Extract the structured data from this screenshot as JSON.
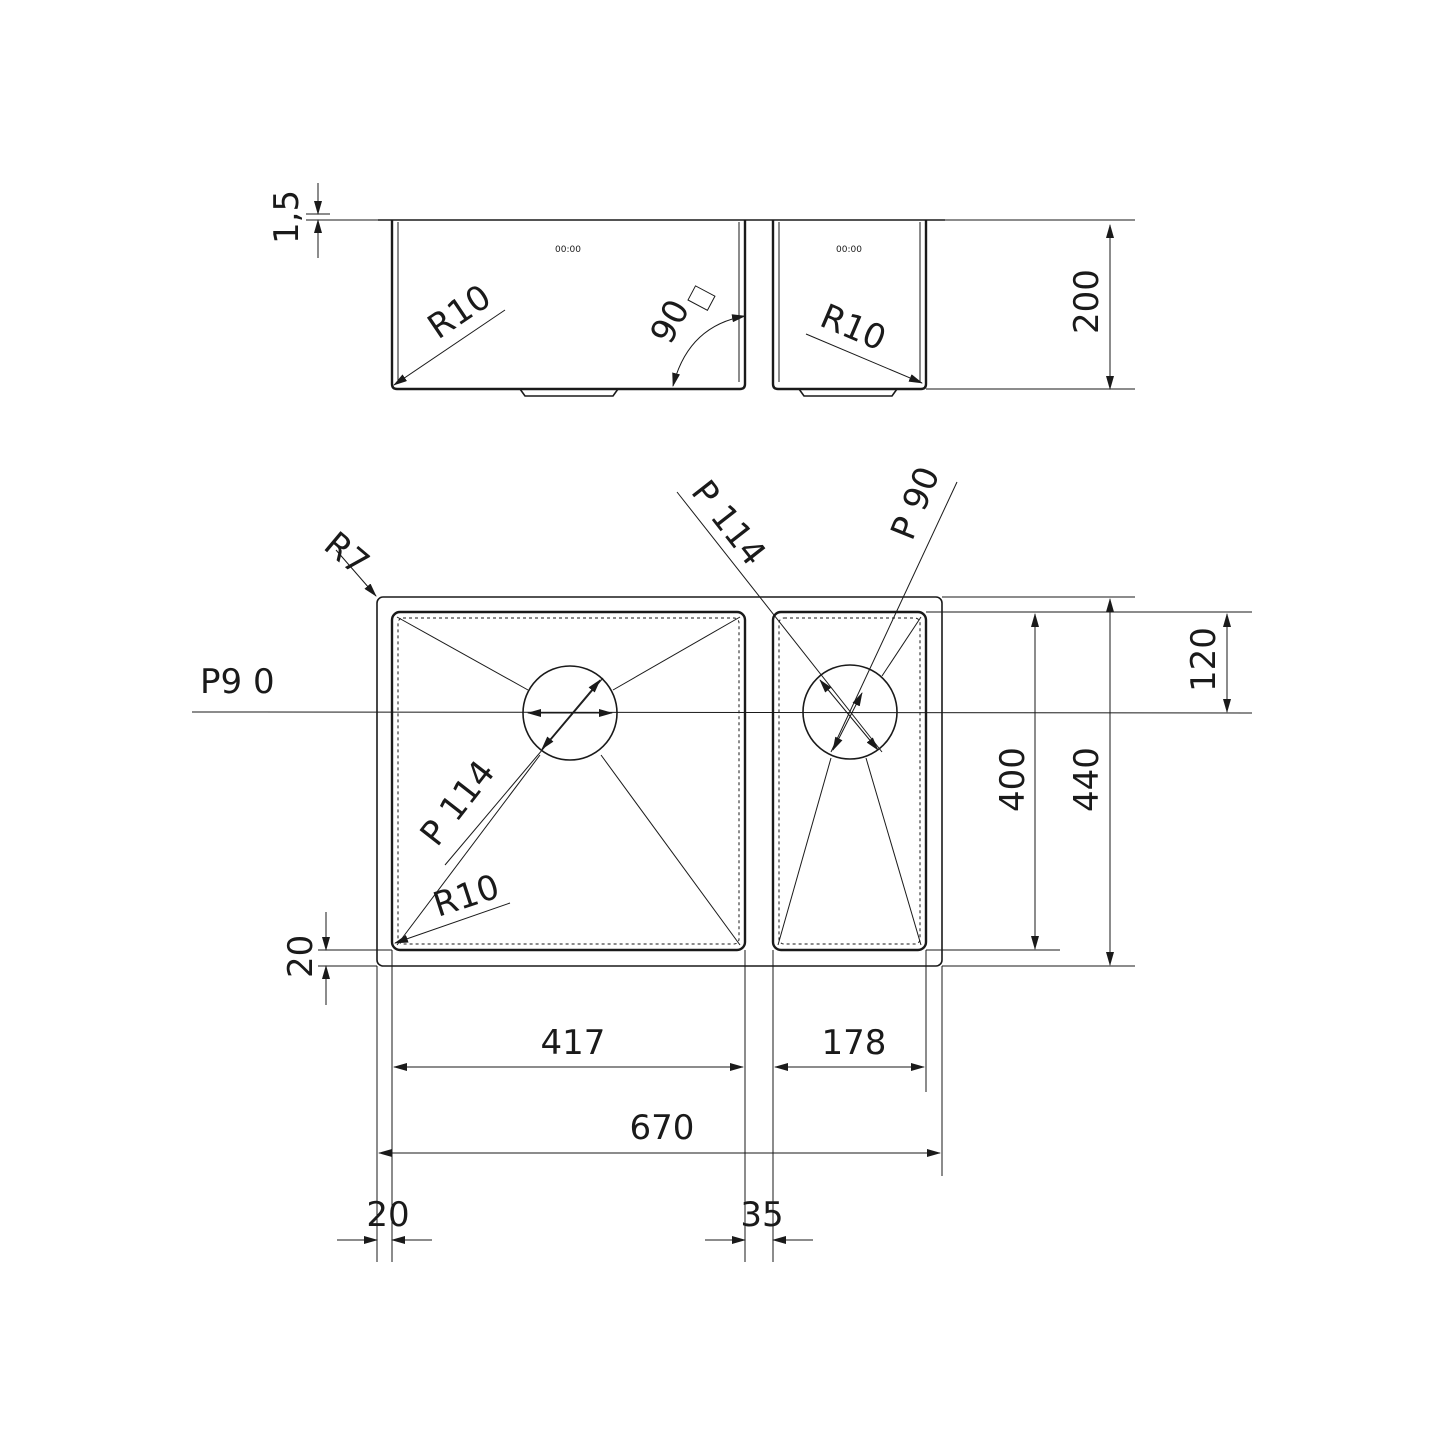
{
  "side_view": {
    "thickness": "1,5",
    "depth": "200",
    "radius_left": "R10",
    "radius_right": "R10",
    "angle": "90",
    "mark_left": "00:00",
    "mark_right": "00:00"
  },
  "top_view": {
    "corner_radius": "R7",
    "drain_left_label": "P9 0",
    "drain_left_size": "P 114",
    "drain_right_size_a": "P 114",
    "drain_right_size_b": "P 90",
    "inner_radius": "R10",
    "rim": "20",
    "offset_120": "120",
    "bowl_depth": "400",
    "overall_depth": "440",
    "bowl_left_width": "417",
    "bowl_right_width": "178",
    "overall_width": "670",
    "left_margin": "20",
    "divider": "35"
  }
}
